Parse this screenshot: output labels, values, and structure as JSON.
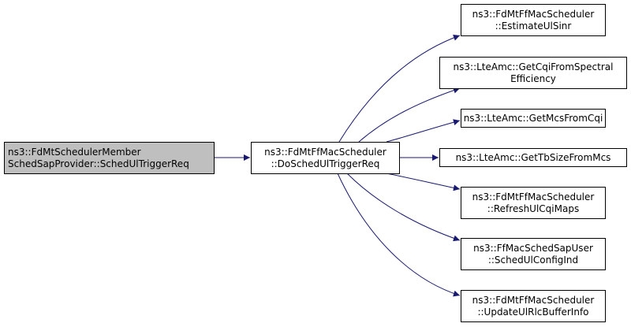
{
  "colors": {
    "edge": "#191970",
    "root_fill": "#bfbfbf",
    "node_fill": "#ffffff",
    "border": "#000000"
  },
  "nodes": {
    "root": [
      "ns3::FdMtSchedulerMember",
      "SchedSapProvider::SchedUlTriggerReq"
    ],
    "caller": [
      "ns3::FdMtFfMacScheduler",
      "::DoSchedUlTriggerReq"
    ],
    "estimate_ul_sinr": [
      "ns3::FdMtFfMacScheduler",
      "::EstimateUlSinr"
    ],
    "get_cqi_from_spectral_efficiency": [
      "ns3::LteAmc::GetCqiFromSpectral",
      "Efficiency"
    ],
    "get_mcs_from_cqi": [
      "ns3::LteAmc::GetMcsFromCqi"
    ],
    "get_tb_size_from_mcs": [
      "ns3::LteAmc::GetTbSizeFromMcs"
    ],
    "refresh_ul_cqi_maps": [
      "ns3::FdMtFfMacScheduler",
      "::RefreshUlCqiMaps"
    ],
    "sched_ul_config_ind": [
      "ns3::FfMacSchedSapUser",
      "::SchedUlConfigInd"
    ],
    "update_ul_rlc_buffer_info": [
      "ns3::FdMtFfMacScheduler",
      "::UpdateUlRlcBufferInfo"
    ]
  }
}
